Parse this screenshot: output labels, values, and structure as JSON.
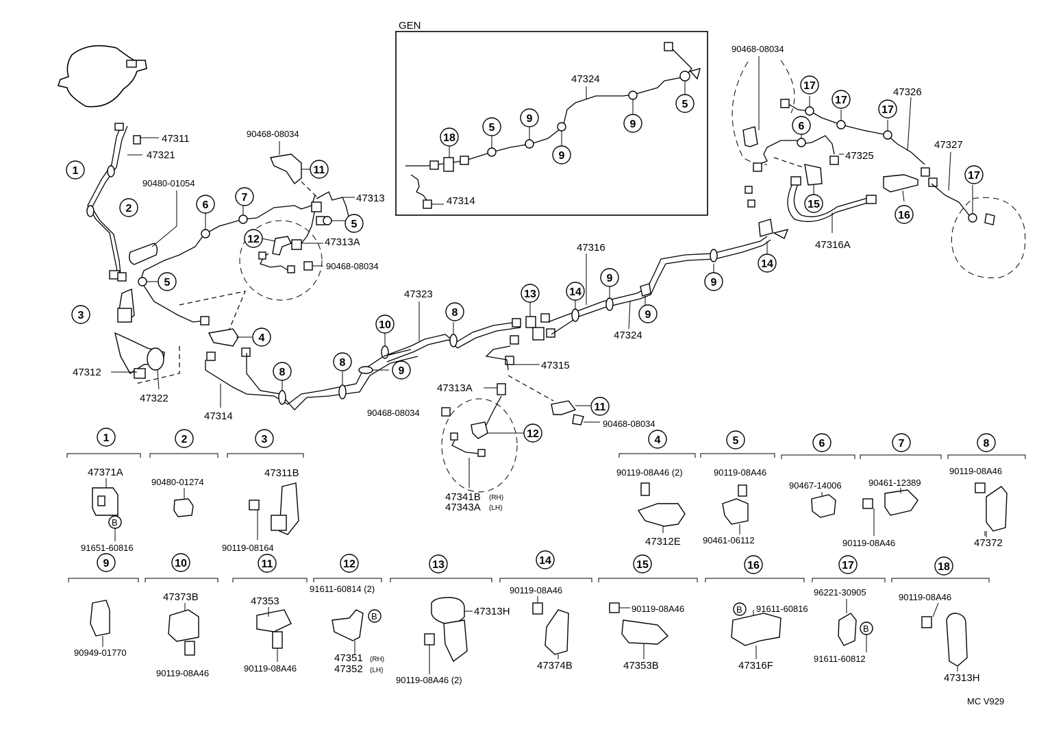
{
  "diagram": {
    "inset_title": "GEN",
    "footer_code": "MC  V929",
    "callouts": [
      {
        "id": "c1",
        "label": "1"
      },
      {
        "id": "c2",
        "label": "2"
      },
      {
        "id": "c3",
        "label": "3"
      },
      {
        "id": "c4",
        "label": "4"
      },
      {
        "id": "c5a",
        "label": "5"
      },
      {
        "id": "c5b",
        "label": "5"
      },
      {
        "id": "c6",
        "label": "6"
      },
      {
        "id": "c7",
        "label": "7"
      },
      {
        "id": "c8a",
        "label": "8"
      },
      {
        "id": "c8b",
        "label": "8"
      },
      {
        "id": "c8c",
        "label": "8"
      },
      {
        "id": "c9a",
        "label": "9"
      },
      {
        "id": "c9b",
        "label": "9"
      },
      {
        "id": "c9c",
        "label": "9"
      },
      {
        "id": "c9d",
        "label": "9"
      },
      {
        "id": "c10",
        "label": "10"
      },
      {
        "id": "c11a",
        "label": "11"
      },
      {
        "id": "c11b",
        "label": "11"
      },
      {
        "id": "c12a",
        "label": "12"
      },
      {
        "id": "c12b",
        "label": "12"
      },
      {
        "id": "c13",
        "label": "13"
      },
      {
        "id": "c14a",
        "label": "14"
      },
      {
        "id": "c14b",
        "label": "14"
      },
      {
        "id": "c15",
        "label": "15"
      },
      {
        "id": "c16",
        "label": "16"
      },
      {
        "id": "c17a",
        "label": "17"
      },
      {
        "id": "c17b",
        "label": "17"
      },
      {
        "id": "c17c",
        "label": "17"
      },
      {
        "id": "c17d",
        "label": "17"
      },
      {
        "id": "g5a",
        "label": "5"
      },
      {
        "id": "g5b",
        "label": "5"
      },
      {
        "id": "g9a",
        "label": "9"
      },
      {
        "id": "g9b",
        "label": "9"
      },
      {
        "id": "g9c",
        "label": "9"
      },
      {
        "id": "g18",
        "label": "18"
      },
      {
        "id": "c6r",
        "label": "6"
      }
    ],
    "part_labels": [
      {
        "id": "p47311",
        "text": "47311"
      },
      {
        "id": "p47321",
        "text": "47321"
      },
      {
        "id": "p9048001054",
        "text": "90480-01054"
      },
      {
        "id": "p47312",
        "text": "47312"
      },
      {
        "id": "p47322",
        "text": "47322"
      },
      {
        "id": "p47314",
        "text": "47314"
      },
      {
        "id": "p9046808034a",
        "text": "90468-08034"
      },
      {
        "id": "p47313",
        "text": "47313"
      },
      {
        "id": "p47313A",
        "text": "47313A"
      },
      {
        "id": "p9046808034b",
        "text": "90468-08034"
      },
      {
        "id": "p47323",
        "text": "47323"
      },
      {
        "id": "p47316",
        "text": "47316"
      },
      {
        "id": "p47324",
        "text": "47324"
      },
      {
        "id": "p47315",
        "text": "47315"
      },
      {
        "id": "p47313A2",
        "text": "47313A"
      },
      {
        "id": "p9046808034c",
        "text": "90468-08034"
      },
      {
        "id": "p9046808034d",
        "text": "90468-08034"
      },
      {
        "id": "p47341B",
        "text": "47341B"
      },
      {
        "id": "p47341Bs",
        "text": "(RH)"
      },
      {
        "id": "p47343A",
        "text": "47343A"
      },
      {
        "id": "p47343As",
        "text": "(LH)"
      },
      {
        "id": "gp47324",
        "text": "47324"
      },
      {
        "id": "gp47314",
        "text": "47314"
      },
      {
        "id": "rp9046808034",
        "text": "90468-08034"
      },
      {
        "id": "rp47326",
        "text": "47326"
      },
      {
        "id": "rp47325",
        "text": "47325"
      },
      {
        "id": "rp47327",
        "text": "47327"
      },
      {
        "id": "rp47316A",
        "text": "47316A"
      }
    ],
    "detail_boxes": [
      {
        "key": "1",
        "parts": [
          "47371A",
          "91651-60816"
        ],
        "bolt": "B"
      },
      {
        "key": "2",
        "parts": [
          "90480-01274"
        ]
      },
      {
        "key": "3",
        "parts": [
          "47311B",
          "90119-08164"
        ]
      },
      {
        "key": "4",
        "parts": [
          "90119-08A46 (2)",
          "47312E"
        ]
      },
      {
        "key": "5",
        "parts": [
          "90119-08A46",
          "90461-06112"
        ]
      },
      {
        "key": "6",
        "parts": [
          "90467-14006"
        ]
      },
      {
        "key": "7",
        "parts": [
          "90461-12389",
          "90119-08A46"
        ]
      },
      {
        "key": "8",
        "parts": [
          "90119-08A46",
          "47372"
        ]
      },
      {
        "key": "9",
        "parts": [
          "90949-01770"
        ]
      },
      {
        "key": "10",
        "parts": [
          "47373B",
          "90119-08A46"
        ]
      },
      {
        "key": "11",
        "parts": [
          "47353",
          "90119-08A46"
        ]
      },
      {
        "key": "12",
        "parts": [
          "91611-60814 (2)",
          "47351",
          "(RH)",
          "47352",
          "(LH)"
        ],
        "bolt": "B"
      },
      {
        "key": "13",
        "parts": [
          "47313H",
          "90119-08A46 (2)"
        ]
      },
      {
        "key": "14",
        "parts": [
          "90119-08A46",
          "47374B"
        ]
      },
      {
        "key": "15",
        "parts": [
          "90119-08A46",
          "47353B"
        ]
      },
      {
        "key": "16",
        "parts": [
          "91611-60816",
          "47316F"
        ],
        "bolt": "B"
      },
      {
        "key": "17",
        "parts": [
          "96221-30905",
          "91611-60812"
        ],
        "bolt": "B"
      },
      {
        "key": "18",
        "parts": [
          "90119-08A46",
          "47313H"
        ]
      }
    ]
  }
}
